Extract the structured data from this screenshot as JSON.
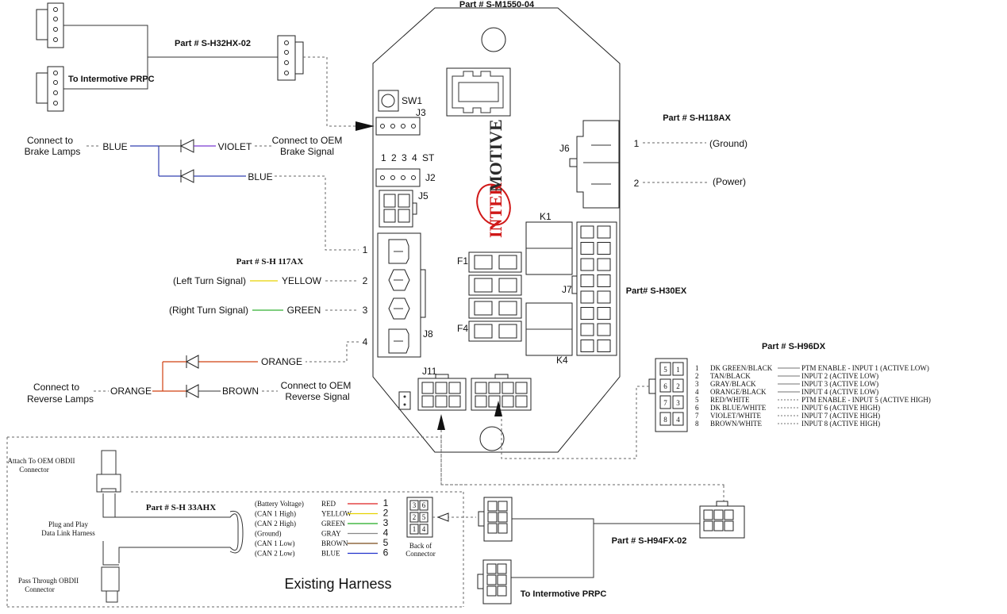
{
  "module_part": "Part # S-M1550-04",
  "j3_part": "Part # S-H32HX-02",
  "prpc_label_top": "To Intermotive PRPC",
  "j6_part": "Part # S-H118AX",
  "j6_pin1": "1",
  "j6_pin1_label": "(Ground)",
  "j6_pin2": "2",
  "j6_pin2_label": "(Power)",
  "j7_part": "Part# S-H30EX",
  "j8_part": "Part # S-H 117AX",
  "j11_part": "Part # S-H96DX",
  "obd_part": "Part # S-H 33AHX",
  "prpc_part": "Part # S-H94FX-02",
  "prpc_label_bottom": "To Intermotive PRPC",
  "existing_harness": "Existing Harness",
  "logo": "INTERMOTIVE",
  "board_labels": {
    "sw1": "SW1",
    "j3": "J3",
    "j2": "J2",
    "st": "ST",
    "j2_pins": [
      "1",
      "2",
      "3",
      "4"
    ],
    "j5": "J5",
    "j6": "J6",
    "k1": "K1",
    "f1": "F1",
    "f4": "F4",
    "j7": "J7",
    "j8": "J8",
    "k4": "K4",
    "j11": "J11"
  },
  "brake": {
    "connect_lamps": [
      "Connect to",
      "Brake Lamps"
    ],
    "blue1": "BLUE",
    "violet": "VIOLET",
    "connect_oem": [
      "Connect to OEM",
      "Brake Signal"
    ],
    "blue2": "BLUE"
  },
  "j8_pins": [
    {
      "pin": "1",
      "wire": "",
      "desc": ""
    },
    {
      "pin": "2",
      "wire": "YELLOW",
      "desc": "(Left Turn Signal)"
    },
    {
      "pin": "3",
      "wire": "GREEN",
      "desc": "(Right Turn Signal)"
    },
    {
      "pin": "4",
      "wire": "ORANGE",
      "desc": ""
    }
  ],
  "reverse": {
    "connect_lamps": [
      "Connect to",
      "Reverse Lamps"
    ],
    "orange": "ORANGE",
    "brown": "BROWN",
    "connect_oem": [
      "Connect to OEM",
      "Reverse Signal"
    ]
  },
  "j11_pins": [
    {
      "num": "1",
      "wire": "DK GREEN/BLACK",
      "func": "PTM ENABLE - INPUT 1 (ACTIVE LOW)"
    },
    {
      "num": "2",
      "wire": "TAN/BLACK",
      "func": "INPUT 2 (ACTIVE LOW)"
    },
    {
      "num": "3",
      "wire": "GRAY/BLACK",
      "func": "INPUT 3 (ACTIVE LOW)"
    },
    {
      "num": "4",
      "wire": "ORANGE/BLACK",
      "func": "INPUT 4 (ACTIVE LOW)"
    },
    {
      "num": "5",
      "wire": "RED/WHITE",
      "func": "PTM ENABLE - INPUT 5 (ACTIVE HIGH)"
    },
    {
      "num": "6",
      "wire": "DK BLUE/WHITE",
      "func": "INPUT 6 (ACTIVE HIGH)"
    },
    {
      "num": "7",
      "wire": "VIOLET/WHITE",
      "func": "INPUT 7 (ACTIVE HIGH)"
    },
    {
      "num": "8",
      "wire": "BROWN/WHITE",
      "func": "INPUT 8 (ACTIVE HIGH)"
    }
  ],
  "j11_conn_pins": [
    "5",
    "1",
    "6",
    "2",
    "7",
    "3",
    "8",
    "4"
  ],
  "obd": {
    "attach": [
      "Attach To OEM OBDII",
      "Connector"
    ],
    "plug": [
      "Plug and Play",
      "Data Link Harness"
    ],
    "pass": [
      "Pass Through OBDII",
      "Connector"
    ],
    "signals": [
      {
        "sig": "(Battery Voltage)",
        "color": "RED",
        "pin": "1",
        "hex": "#d22"
      },
      {
        "sig": "(CAN 1 High)",
        "color": "YELLOW",
        "pin": "2",
        "hex": "#e6d200"
      },
      {
        "sig": "(CAN 2 High)",
        "color": "GREEN",
        "pin": "3",
        "hex": "#2a2"
      },
      {
        "sig": "(Ground)",
        "color": "GRAY",
        "pin": "4",
        "hex": "#888"
      },
      {
        "sig": "(CAN 1 Low)",
        "color": "BROWN",
        "pin": "5",
        "hex": "#7a4a1a"
      },
      {
        "sig": "(CAN 2 Low)",
        "color": "BLUE",
        "pin": "6",
        "hex": "#2233cc"
      }
    ],
    "back_pins": [
      "3",
      "6",
      "2",
      "5",
      "1",
      "4"
    ],
    "back_label": [
      "Back of",
      "Connector"
    ]
  },
  "colors": {
    "blue": "#3340b0",
    "yellow": "#e6d200",
    "green": "#33b033",
    "orange": "#d04010",
    "logo_red": "#d01818",
    "logo_dark": "#2a2a2a"
  }
}
